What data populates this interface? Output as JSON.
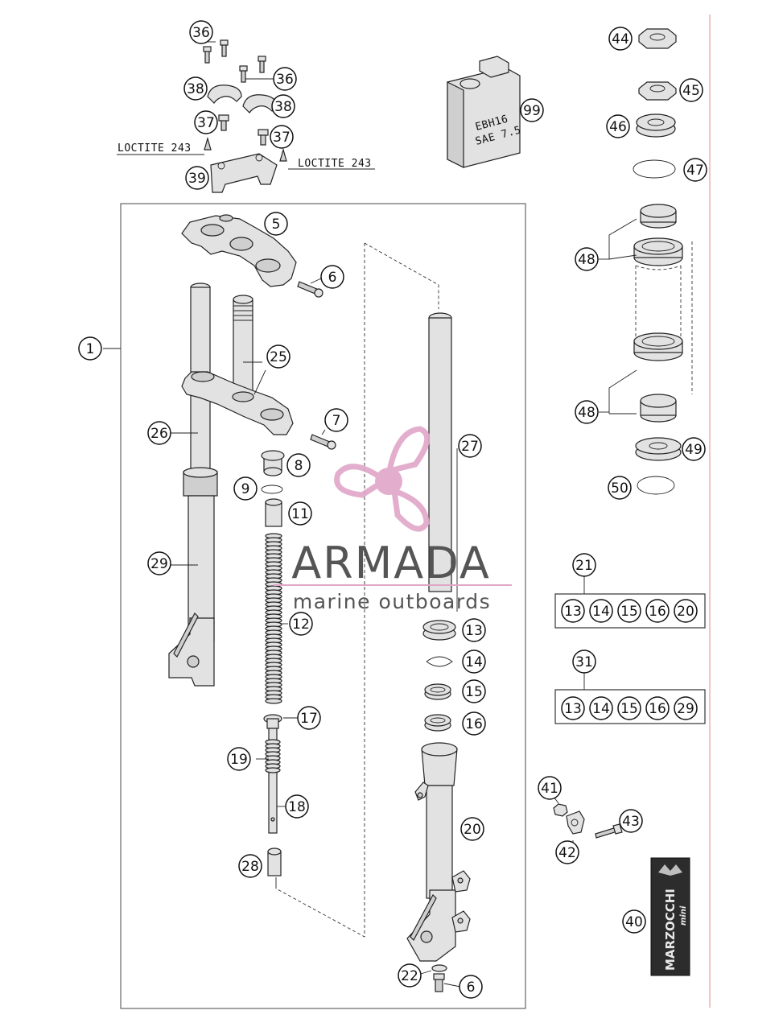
{
  "callouts": {
    "c1": "1",
    "c5": "5",
    "c6a": "6",
    "c6b": "6",
    "c7": "7",
    "c8": "8",
    "c9": "9",
    "c11": "11",
    "c12": "12",
    "c13": "13",
    "c14": "14",
    "c15": "15",
    "c16": "16",
    "c17": "17",
    "c18": "18",
    "c19": "19",
    "c20": "20",
    "c21": "21",
    "c22": "22",
    "c25": "25",
    "c26": "26",
    "c27": "27",
    "c28": "28",
    "c29": "29",
    "c31": "31",
    "c36a": "36",
    "c36b": "36",
    "c37a": "37",
    "c37b": "37",
    "c38a": "38",
    "c38b": "38",
    "c39": "39",
    "c40": "40",
    "c41": "41",
    "c42": "42",
    "c43": "43",
    "c44": "44",
    "c45": "45",
    "c46": "46",
    "c47": "47",
    "c48a": "48",
    "c48b": "48",
    "c49": "49",
    "c50": "50",
    "c99": "99"
  },
  "kit21": [
    "13",
    "14",
    "15",
    "16",
    "20"
  ],
  "kit31": [
    "13",
    "14",
    "15",
    "16",
    "29"
  ],
  "text": {
    "loctite_left": "LOCTITE 243",
    "loctite_right": "LOCTITE 243",
    "oil_line1": "EBH16",
    "oil_line2": "SAE 7.5",
    "decal_brand": "MARZOCCHI",
    "decal_sub": "mini"
  },
  "watermark": {
    "name": "ARMADA",
    "tagline": "marine outboards",
    "color_text": "#555555",
    "color_logo": "#e0a6c8",
    "color_rule": "#e0a6c8"
  },
  "colors": {
    "margin_line": "#f0b0b0"
  }
}
